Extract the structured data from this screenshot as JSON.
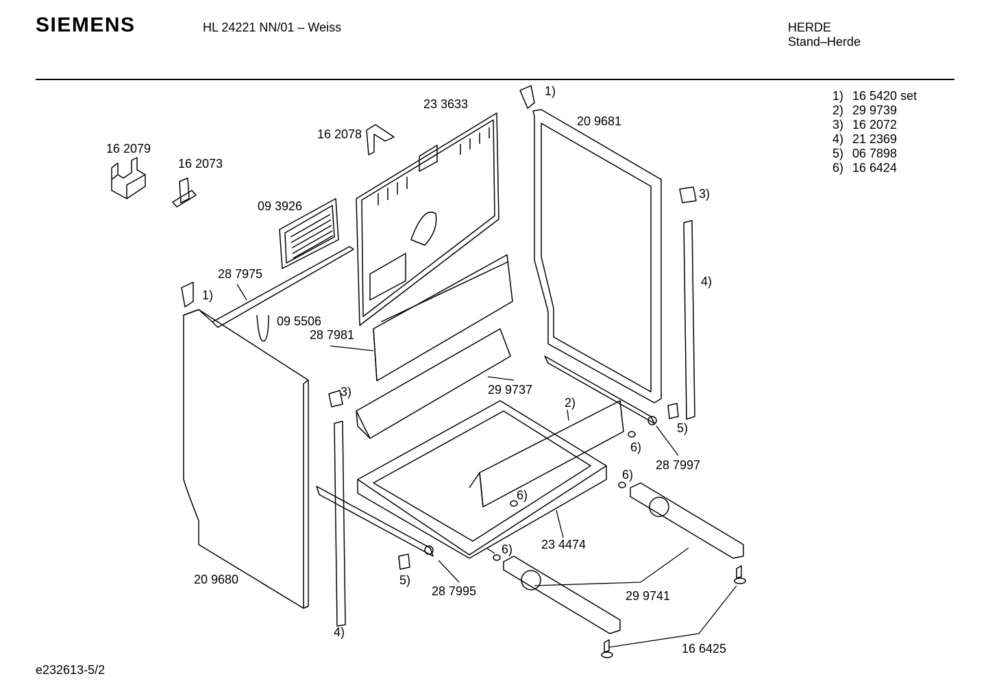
{
  "header": {
    "brand": "SIEMENS",
    "model": "HL 24221 NN/01 – Weiss",
    "category": "HERDE",
    "subcategory": "Stand–Herde"
  },
  "legend": [
    {
      "ref": "1)",
      "part": "16 5420 set"
    },
    {
      "ref": "2)",
      "part": "29 9739"
    },
    {
      "ref": "3)",
      "part": "16 2072"
    },
    {
      "ref": "4)",
      "part": "21 2369"
    },
    {
      "ref": "5)",
      "part": "06 7898"
    },
    {
      "ref": "6)",
      "part": "16 6424"
    }
  ],
  "labels": {
    "p233633": "23 3633",
    "p162078": "16 2078",
    "p162079": "16 2079",
    "p162073": "16 2073",
    "p093926": "09 3926",
    "p287975": "28 7975",
    "p095506": "09 5506",
    "p287981": "28 7981",
    "p209681": "20 9681",
    "p299737": "29 9737",
    "p287997": "28 7997",
    "p234474": "23 4474",
    "p209680": "20 9680",
    "p287995": "28 7995",
    "p299741": "29 9741",
    "p166425": "16 6425",
    "r1a": "1)",
    "r1b": "1)",
    "r2": "2)",
    "r3a": "3)",
    "r3b": "3)",
    "r4a": "4)",
    "r4b": "4)",
    "r5a": "5)",
    "r5b": "5)",
    "r6a": "6)",
    "r6b": "6)",
    "r6c": "6)",
    "r6d": "6)"
  },
  "footer": "e232613-5/2"
}
